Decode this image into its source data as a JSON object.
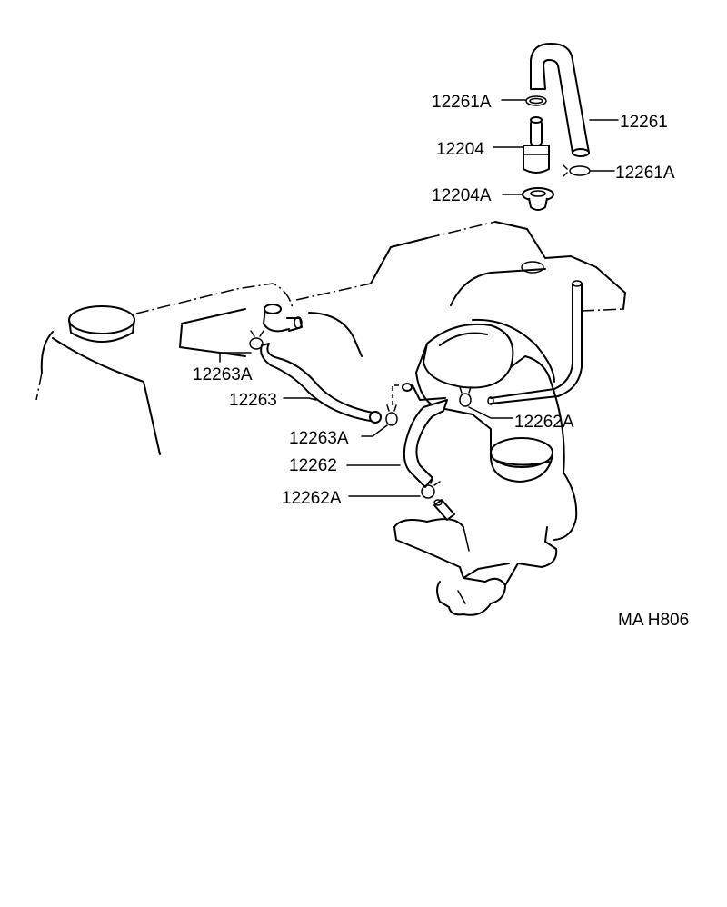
{
  "labels": {
    "hose_12261_clamp_top": "12261A",
    "hose_12261": "12261",
    "valve_12204": "12204",
    "hose_12261_clamp_bottom": "12261A",
    "grommet_12204A": "12204A",
    "clamp_12263A_top": "12263A",
    "hose_12263": "12263",
    "clamp_12263A_bottom": "12263A",
    "clamp_12262A_right": "12262A",
    "hose_12262": "12262",
    "clamp_12262A_bottom": "12262A",
    "diagram_code": "MA H806"
  }
}
